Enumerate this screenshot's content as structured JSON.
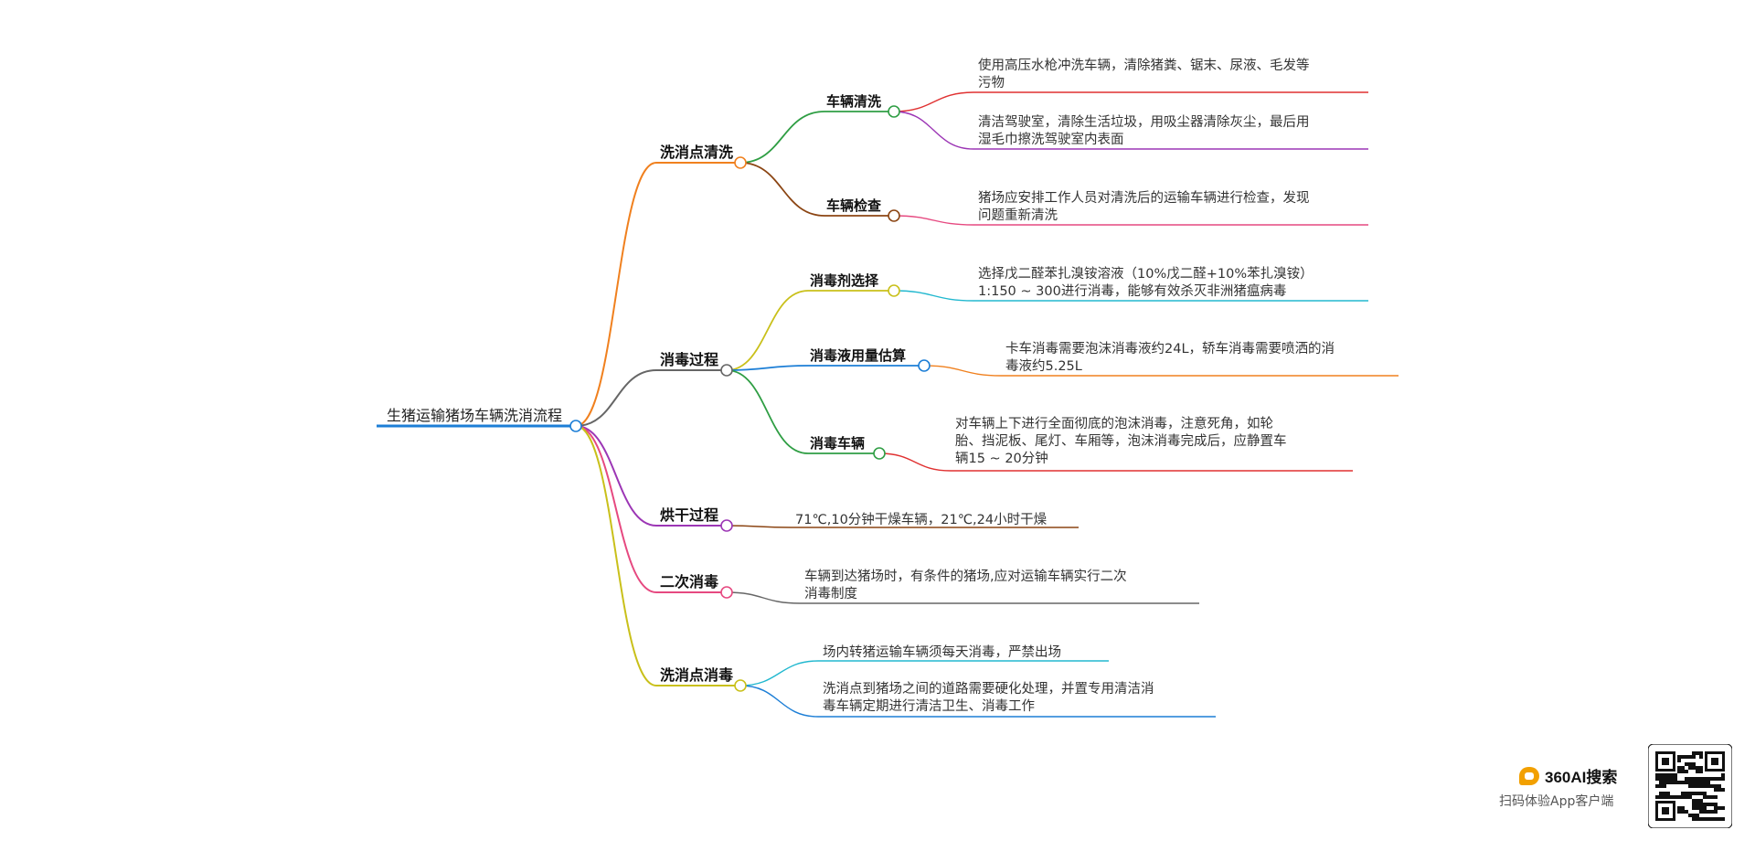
{
  "root": {
    "label": "生猪运输猪场车辆洗消流程"
  },
  "branches": [
    {
      "label": "洗消点清洗",
      "color": "#f0801e",
      "children": [
        {
          "label": "车辆清洗",
          "color": "#2f9e44",
          "leaves": [
            {
              "lines": [
                "使用高压水枪冲洗车辆，清除猪粪、锯末、尿液、毛发等",
                "污物"
              ],
              "color": "#e03131"
            },
            {
              "lines": [
                "清洁驾驶室，清除生活垃圾，用吸尘器清除灰尘，最后用",
                "湿毛巾擦洗驾驶室内表面"
              ],
              "color": "#9c36b5"
            }
          ]
        },
        {
          "label": "车辆检查",
          "color": "#8b4513",
          "leaves": [
            {
              "lines": [
                "猪场应安排工作人员对清洗后的运输车辆进行检查，发现",
                "问题重新清洗"
              ],
              "color": "#e64980"
            }
          ]
        }
      ]
    },
    {
      "label": "消毒过程",
      "color": "#666666",
      "children": [
        {
          "label": "消毒剂选择",
          "color": "#c9c01a",
          "leaves": [
            {
              "lines": [
                "选择戊二醛苯扎溴铵溶液（10%戊二醛+10%苯扎溴铵）",
                "1:150 ~ 300进行消毒，能够有效杀灭非洲猪瘟病毒"
              ],
              "color": "#22b8cf"
            }
          ]
        },
        {
          "label": "消毒液用量估算",
          "color": "#1c7ed6",
          "leaves": [
            {
              "lines": [
                "卡车消毒需要泡沫消毒液约24L，轿车消毒需要喷洒的消",
                "毒液约5.25L"
              ],
              "color": "#f0801e"
            }
          ]
        },
        {
          "label": "消毒车辆",
          "color": "#2f9e44",
          "leaves": [
            {
              "lines": [
                "对车辆上下进行全面彻底的泡沫消毒，注意死角，如轮",
                "胎、挡泥板、尾灯、车厢等，泡沫消毒完成后，应静置车",
                "辆15 ~ 20分钟"
              ],
              "color": "#e03131"
            }
          ]
        }
      ]
    },
    {
      "label": "烘干过程",
      "color": "#9c36b5",
      "children": [],
      "leaves": [
        {
          "lines": [
            "71℃,10分钟干燥车辆，21℃,24小时干燥"
          ],
          "color": "#8b4513"
        }
      ]
    },
    {
      "label": "二次消毒",
      "color": "#e64980",
      "children": [],
      "leaves": [
        {
          "lines": [
            "车辆到达猪场时，有条件的猪场,应对运输车辆实行二次",
            "消毒制度"
          ],
          "color": "#666666"
        }
      ]
    },
    {
      "label": "洗消点消毒",
      "color": "#c9c01a",
      "children": [],
      "leaves": [
        {
          "lines": [
            "场内转猪运输车辆须每天消毒，严禁出场"
          ],
          "color": "#22b8cf"
        },
        {
          "lines": [
            "洗消点到猪场之间的道路需要硬化处理，并置专用清洁消",
            "毒车辆定期进行清洁卫生、消毒工作"
          ],
          "color": "#1c7ed6"
        }
      ]
    }
  ],
  "brand": {
    "name": "360AI搜索",
    "subtitle": "扫码体验App客户端",
    "logo_icon": "chat-bubble-icon",
    "qr_icon": "qr-code-icon"
  }
}
